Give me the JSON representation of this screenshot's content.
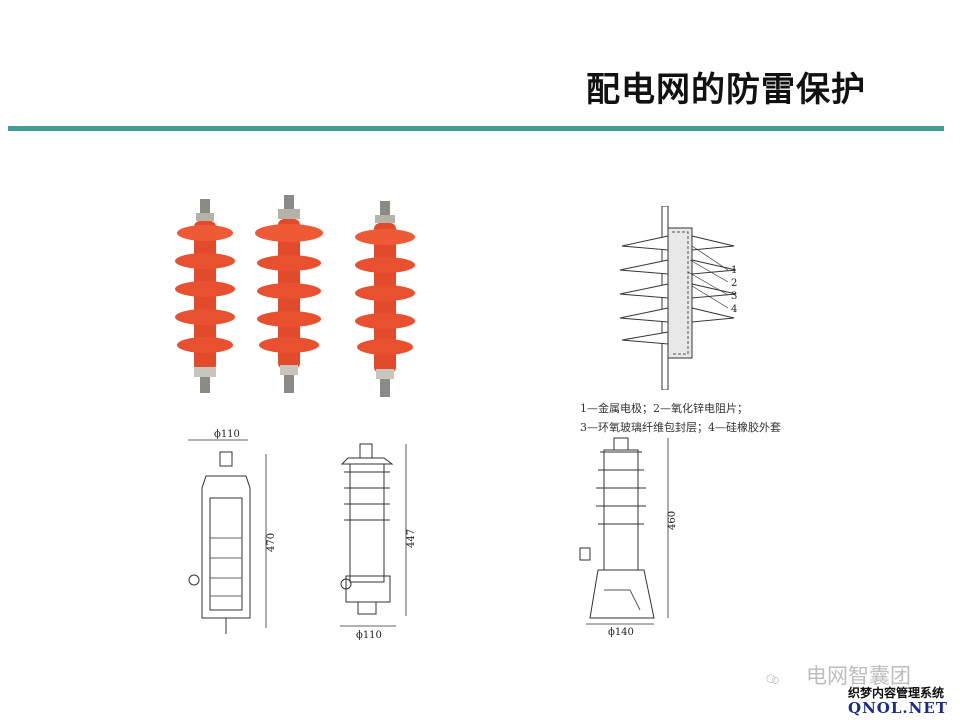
{
  "slide": {
    "title": "配电网的防雷保护"
  },
  "figure_schematic": {
    "labels": [
      "1",
      "2",
      "3",
      "4"
    ],
    "caption_line1": "1—金属电极；2—氧化锌电阻片；",
    "caption_line2": "3—环氧玻璃纤维包封层；4—硅橡胶外套"
  },
  "drawings": {
    "d1": {
      "top_dim": "ϕ110",
      "height_dim": "470"
    },
    "d2": {
      "bottom_dim": "ϕ110",
      "height_dim": "447"
    },
    "d3": {
      "bottom_dim": "ϕ140",
      "height_dim": "460"
    }
  },
  "watermark": {
    "brand": "电网智囊团",
    "site_name": "织梦内容管理系统",
    "site_domain": "QNOL.NET"
  },
  "colors": {
    "accent_rule": "#3f9c97",
    "arrester_body": "#e8482a"
  }
}
